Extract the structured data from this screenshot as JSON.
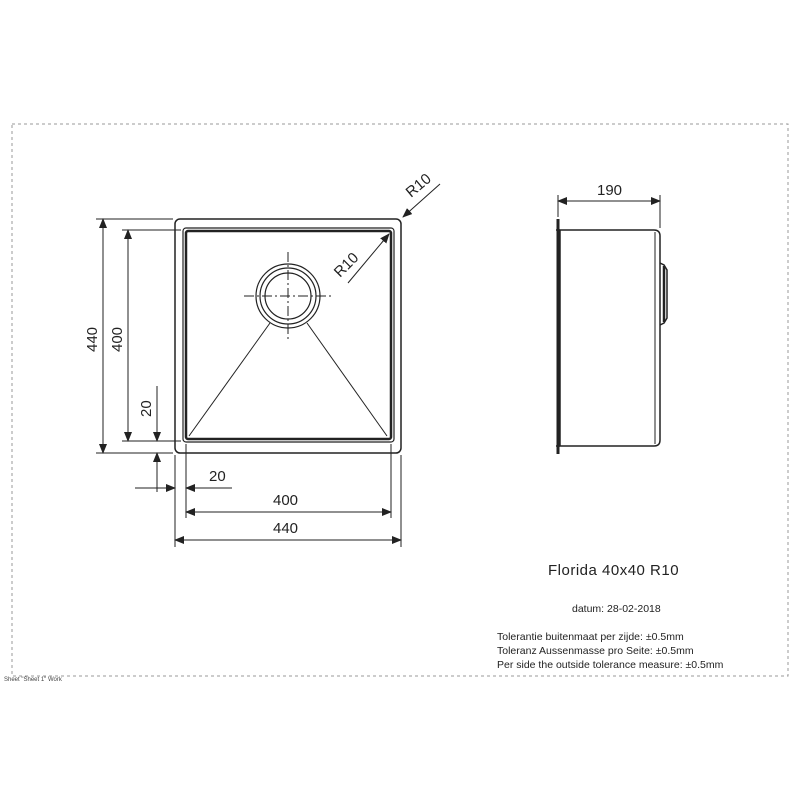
{
  "drawing": {
    "title": "Florida 40x40 R10",
    "date": "datum: 28-02-2018",
    "tolerances": [
      "Tolerantie buitenmaat per zijde: ±0.5mm",
      "Toleranz Aussenmasse pro Seite: ±0.5mm",
      "Per side the outside tolerance measure: ±0.5mm"
    ],
    "sheet_label": "Sheet \"Sheet 1\" Work",
    "dimensions": {
      "outer_width": "440",
      "inner_width": "400",
      "outer_height": "440",
      "inner_height": "400",
      "offset_horizontal": "20",
      "offset_vertical": "20",
      "depth": "190",
      "outer_radius": "R10",
      "inner_radius": "R10"
    }
  }
}
